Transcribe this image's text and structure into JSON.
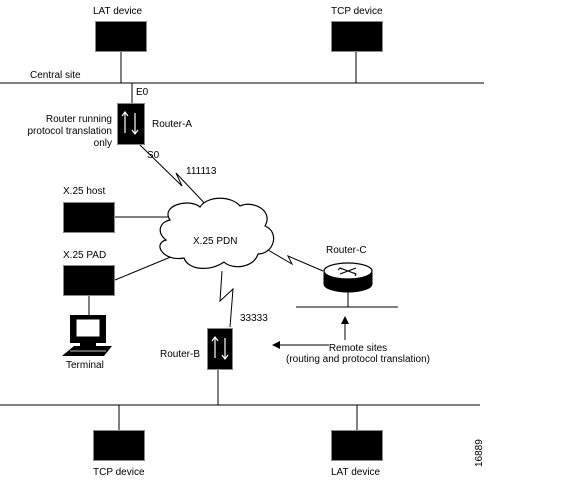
{
  "labels": {
    "lat_device_top": "LAT device",
    "tcp_device_top": "TCP device",
    "central_site": "Central site",
    "e0": "E0",
    "router_running_1": "Router running",
    "router_running_2": "protocol translation",
    "router_running_3": "only",
    "router_a": "Router-A",
    "s0": "S0",
    "addr_111113": "111113",
    "x25_host": "X.25 host",
    "x25_pdn": "X.25 PDN",
    "x25_pad": "X.25 PAD",
    "router_c": "Router-C",
    "addr_33333": "33333",
    "router_b": "Router-B",
    "remote_sites_1": "Remote sites",
    "remote_sites_2": "(routing and protocol translation)",
    "terminal": "Terminal",
    "tcp_device_bottom": "TCP device",
    "lat_device_bottom": "LAT device",
    "figure_id": "16889"
  }
}
